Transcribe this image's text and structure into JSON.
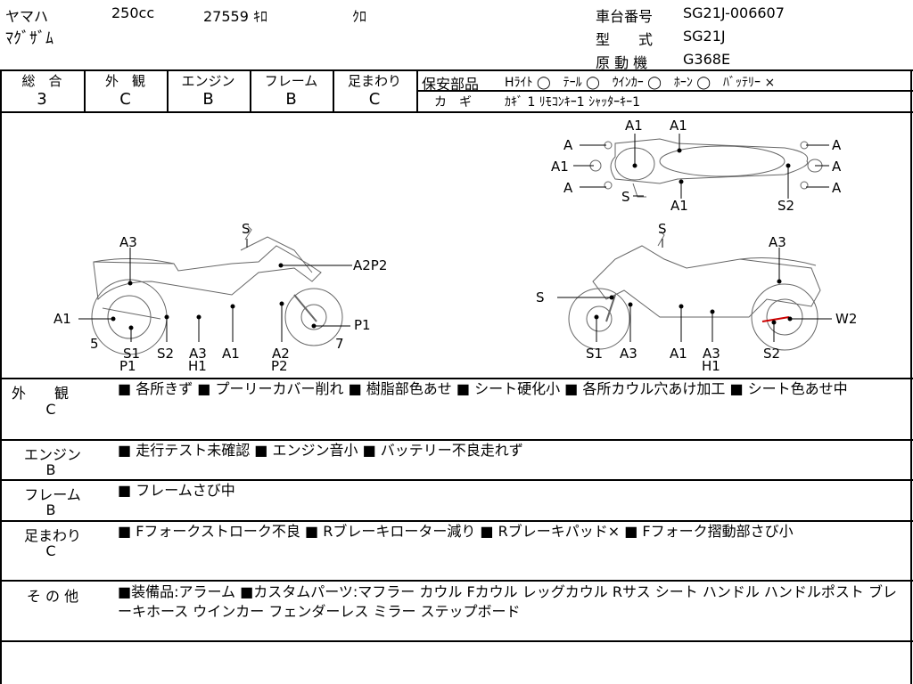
{
  "header": {
    "maker": "ヤマハ",
    "cc": "250cc",
    "mileage": "27559 ｷﾛ",
    "color": "ｸﾛ",
    "model": "ﾏｸﾞｻﾞﾑ",
    "chassis_label": "車台番号",
    "chassis_value": "SG21J-006607",
    "type_label": "型　　式",
    "type_value": "SG21J",
    "engine_label": "原 動 機",
    "engine_value": "G368E"
  },
  "grades": [
    {
      "label": "総　合",
      "value": "3"
    },
    {
      "label": "外　観",
      "value": "C"
    },
    {
      "label": "エンジン",
      "value": "B"
    },
    {
      "label": "フレーム",
      "value": "B"
    },
    {
      "label": "足まわり",
      "value": "C"
    }
  ],
  "safety": {
    "label": "保安部品",
    "items": "Hﾗｲﾄ ◯　ﾃｰﾙ ◯　ｳｲﾝｶｰ ◯　ﾎｰﾝ ◯　ﾊﾞｯﾃﾘｰ ×",
    "key_label": "カ　ギ",
    "key_value": "ｶｷﾞ 1  ﾘﾓｺﾝｷｰ1  ｼｬｯﾀｰｷｰ1"
  },
  "diagram_labels": {
    "left_side": [
      "A3",
      "S",
      "A2P2",
      "A1",
      "P1",
      "5",
      "7",
      "S1",
      "P1",
      "S2",
      "A3",
      "H1",
      "A1",
      "A2",
      "P2"
    ],
    "right_side": [
      "S",
      "A3",
      "S",
      "W2",
      "S1",
      "A3",
      "A1",
      "A3",
      "H1",
      "S2"
    ],
    "top_view": [
      "A1",
      "A1",
      "A",
      "A1",
      "A",
      "S",
      "A1",
      "A",
      "A",
      "A",
      "S2"
    ]
  },
  "sections": [
    {
      "title": "外　　観",
      "grade": "C",
      "text": "■ 各所きず ■ プーリーカバー削れ ■ 樹脂部色あせ ■ シート硬化小 ■ 各所カウル穴あけ加工 ■ シート色あせ中"
    },
    {
      "title": "エンジン",
      "grade": "B",
      "text": "■ 走行テスト未確認 ■ エンジン音小 ■ バッテリー不良走れず"
    },
    {
      "title": "フレーム",
      "grade": "B",
      "text": "■ フレームさび中"
    },
    {
      "title": "足まわり",
      "grade": "C",
      "text": "■ Fフォークストローク不良 ■ Rブレーキローター減り ■ Rブレーキパッド× ■ Fフォーク摺動部さび小"
    },
    {
      "title": "そ の 他",
      "grade": "",
      "text": "■装備品:アラーム ■カスタムパーツ:マフラー カウル Fカウル レッグカウル Rサス シート ハンドル ハンドルポスト ブレーキホース ウインカー フェンダーレス ミラー ステップボード"
    }
  ]
}
